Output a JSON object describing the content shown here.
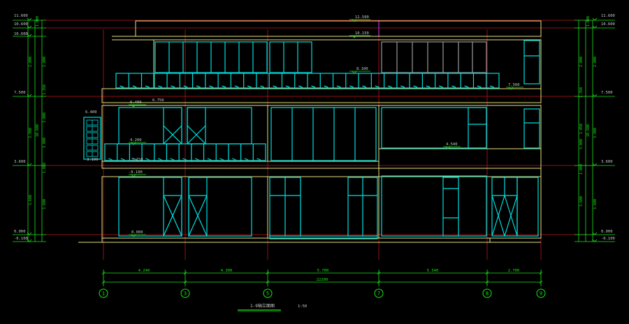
{
  "colors": {
    "background": "#000000",
    "wall": "#e8e080",
    "window": "#00e0e0",
    "grid": "#c0141e",
    "dimension": "#18e818",
    "level_label": "#c8c8c8",
    "magenta": "#c030d0",
    "grey_frame": "#9a9a9a"
  },
  "drawing": {
    "title": "1-9轴立面图",
    "scale": "1:50",
    "overall_width": "22200"
  },
  "axes": [
    "1",
    "3",
    "5",
    "7",
    "8",
    "9"
  ],
  "bay_dims": [
    "4.240",
    "4.300",
    "5.700",
    "5.540",
    "2.700"
  ],
  "elevations_left": [
    "11.600",
    "10.600",
    "10.600",
    "7.500",
    "3.600",
    "0.000",
    "-0.100"
  ],
  "elevations_right": [
    "11.600",
    "10.600",
    "7.500",
    "3.600",
    "0.000",
    "-0.100"
  ],
  "segment_dims_left": [
    "1.000",
    "2.000",
    "1.350",
    "3.900",
    "3.000",
    "1.000",
    "3.600",
    "0.100"
  ],
  "segment_dims_right": [
    "1.000",
    "2.000",
    "1.350",
    "3.900",
    "1.050",
    "3.000",
    "1.000",
    "3.600",
    "0.100"
  ],
  "total_height": "10.600",
  "inline_levels": [
    "11.500",
    "10.150",
    "8.100",
    "7.500",
    "6.400",
    "6.750",
    "4.200",
    "3.150",
    "3.100",
    "-0.100",
    "0.000",
    "4.540"
  ]
}
